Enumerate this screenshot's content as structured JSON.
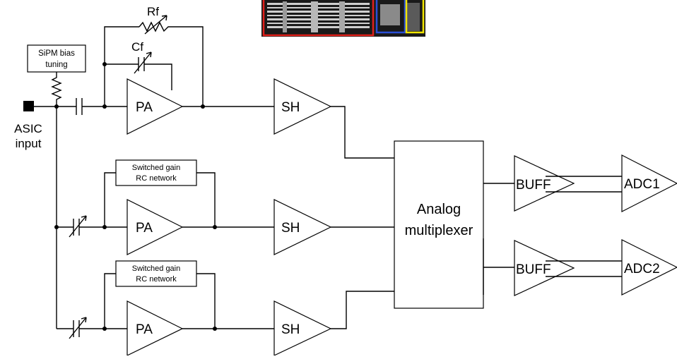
{
  "diagram": {
    "input_label_line1": "ASIC",
    "input_label_line2": "input",
    "bias_box_line1": "SiPM bias",
    "bias_box_line2": "tuning",
    "rf_label": "Rf",
    "cf_label": "Cf",
    "pa_label": "PA",
    "sh_label": "SH",
    "switched_gain_line1": "Switched gain",
    "switched_gain_line2": "RC network",
    "mux_line1": "Analog",
    "mux_line2": "multiplexer",
    "buff_label": "BUFF",
    "adc1_label": "ADC1",
    "adc2_label": "ADC2",
    "colors": {
      "chip_red": "#e0201b",
      "chip_blue": "#2a4fd6",
      "chip_yellow": "#f2e600"
    }
  }
}
